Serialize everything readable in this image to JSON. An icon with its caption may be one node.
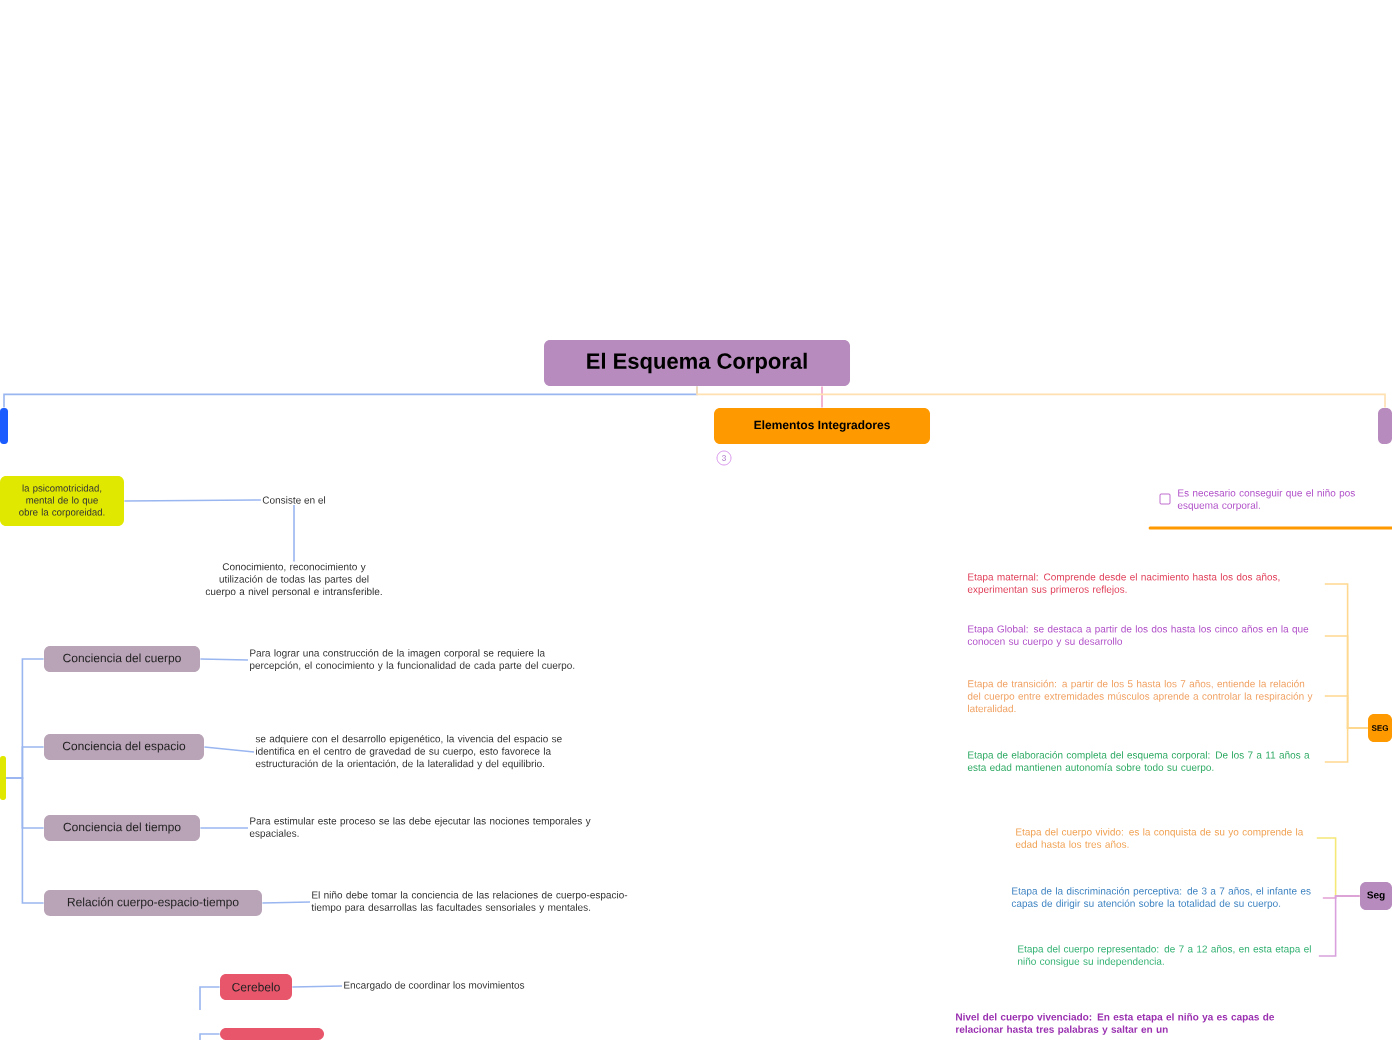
{
  "diagram": {
    "nodes": [
      {
        "text": [
          "El Esquema Corporal"
        ]
      },
      {
        "text": [],
        "shape": "box"
      },
      {
        "text": [
          "Elementos Integradores"
        ]
      },
      {
        "text": [],
        "shape": "box"
      },
      {
        "text": [
          "la psicomotricidad, mental de lo que obre la corporeidad."
        ]
      },
      {
        "text": [
          "Consiste en el"
        ]
      },
      {
        "text": [
          "Conocimiento, reconocimiento y utilización de todas las partes del cuerpo a nivel personal e intransferible."
        ]
      },
      {
        "text": [],
        "shape": "box"
      },
      {
        "text": [
          "Conciencia del cuerpo"
        ]
      },
      {
        "text": [
          "Para lograr una construcción de la imagen corporal se requiere la percepción, el conocimiento y la funcionalidad de cada parte del cuerpo."
        ]
      },
      {
        "text": [
          "Conciencia del espacio"
        ]
      },
      {
        "text": [
          "se adquiere con el desarrollo epigenético, la vivencia del espacio se identifica en el centro de gravedad de su cuerpo, esto favorece la estructuración de la orientación, de la lateralidad y del equilibrio."
        ]
      },
      {
        "text": [
          "Conciencia del tiempo"
        ]
      },
      {
        "text": [
          "Para estimular este proceso se las debe ejecutar las nociones temporales y espaciales."
        ]
      },
      {
        "text": [
          "Relación cuerpo-espacio-tiempo"
        ]
      },
      {
        "text": [
          "El niño debe tomar la conciencia de las relaciones de cuerpo-espacio-tiempo para desarrollas las facultades sensoriales y mentales."
        ]
      },
      {
        "text": [
          "Cerebelo"
        ]
      },
      {
        "text": [
          "Encargado de coordinar los movimientos"
        ]
      },
      {
        "text": [],
        "shape": "box"
      },
      {
        "text": [
          "Es necesario conseguir que el niño pos esquema corporal."
        ]
      },
      {
        "text": [
          "SEG"
        ]
      },
      {
        "text": [
          "Etapa maternal: Comprende desde el nacimiento hasta los dos años, experimentan sus primeros reflejos."
        ]
      },
      {
        "text": [
          "Etapa Global: se destaca a partir de los dos hasta los cinco años en la que conocen su cuerpo y su desarrollo"
        ]
      },
      {
        "text": [
          "Etapa de transición: a partir de los 5 hasta los 7 años, entiende la relación del cuerpo entre extremidades músculos aprende a controlar la respiración y lateralidad."
        ]
      },
      {
        "text": [
          "Etapa de elaboración completa del esquema corporal: De los 7 a 11 años a esta edad mantienen autonomía sobre todo su cuerpo."
        ]
      },
      {
        "text": [
          "Seg"
        ]
      },
      {
        "text": [
          "Etapa del cuerpo vivido: es la conquista de su yo comprende la edad hasta los tres años."
        ]
      },
      {
        "text": [
          "Etapa de la discriminación perceptiva: de 3 a 7 años, el infante es capas de dirigir su atención sobre la totalidad de su cuerpo."
        ]
      },
      {
        "text": [
          "Etapa del cuerpo representado: de 7 a 12 años, en esta etapa el niño consigue su independencia."
        ]
      },
      {
        "text": [
          "Nivel del cuerpo vivenciado: En esta etapa el niño ya es capas de relacionar hasta tres palabras y saltar en un"
        ]
      }
    ],
    "edges": [
      {
        "from": 0,
        "to": 1,
        "arrow": "none"
      },
      {
        "from": 0,
        "to": 2,
        "arrow": "none",
        "color": "#f0a0c8"
      },
      {
        "from": 0,
        "to": 3,
        "arrow": "none",
        "color": "#ffe0b0"
      },
      {
        "from": 4,
        "to": 5,
        "arrow": "none"
      },
      {
        "from": 5,
        "to": 6,
        "arrow": "none"
      },
      {
        "from": 7,
        "to": 8,
        "arrow": "none"
      },
      {
        "from": 7,
        "to": 10,
        "arrow": "none"
      },
      {
        "from": 7,
        "to": 12,
        "arrow": "none"
      },
      {
        "from": 7,
        "to": 14,
        "arrow": "none"
      },
      {
        "from": 8,
        "to": 9,
        "arrow": "none"
      },
      {
        "from": 10,
        "to": 11,
        "arrow": "none"
      },
      {
        "from": 12,
        "to": 13,
        "arrow": "none"
      },
      {
        "from": 14,
        "to": 15,
        "arrow": "none"
      },
      {
        "from": null,
        "to": 16,
        "arrow": "none"
      },
      {
        "from": null,
        "to": 18,
        "arrow": "none"
      },
      {
        "from": 16,
        "to": 17,
        "arrow": "none"
      },
      {
        "from": 20,
        "to": 21,
        "arrow": "none",
        "color": "#ffd890"
      },
      {
        "from": 20,
        "to": 22,
        "arrow": "none",
        "color": "#ffd890"
      },
      {
        "from": 20,
        "to": 23,
        "arrow": "none",
        "color": "#ffd890"
      },
      {
        "from": 20,
        "to": 24,
        "arrow": "none",
        "color": "#ffd890"
      },
      {
        "from": 25,
        "to": 26,
        "arrow": "none",
        "color": "#f5e878"
      },
      {
        "from": 25,
        "to": 27,
        "arrow": "none",
        "color": "#e4a0d4"
      },
      {
        "from": 25,
        "to": 28,
        "arrow": "none",
        "color": "#d8a0dc"
      }
    ],
    "labels": [
      "3"
    ]
  }
}
